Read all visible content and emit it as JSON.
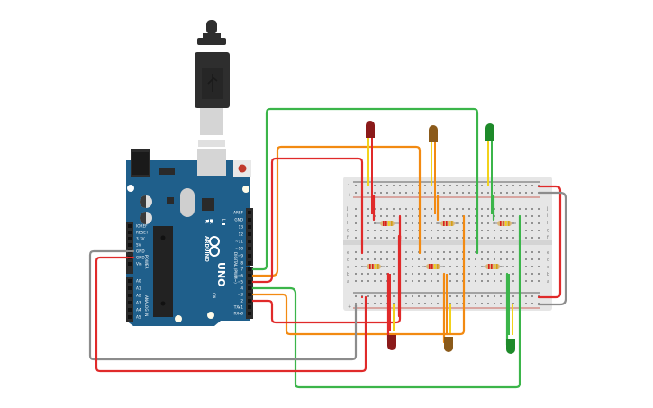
{
  "board": {
    "name": "Arduino UNO",
    "brand_label": "ARDUINO",
    "model_label": "UNO",
    "digital_header_label": "DIGITAL (PWM~)",
    "power_header_label": "POWER",
    "analog_header_label": "ANALOG IN",
    "on_label": "ON",
    "tx_label": "TX",
    "rx_label": "RX",
    "l_label": "L",
    "digital_pins": [
      "AREF",
      "GND",
      "13",
      "12",
      "~11",
      "~10",
      "~9",
      "8",
      "7",
      "~6",
      "~5",
      "4",
      "~3",
      "2",
      "TX▸1",
      "RX◂0"
    ],
    "power_pins": [
      "IOREF",
      "RESET",
      "3.3V",
      "5V",
      "GND",
      "GND",
      "Vin"
    ],
    "analog_pins": [
      "A0",
      "A1",
      "A2",
      "A3",
      "A4",
      "A5"
    ],
    "colors": {
      "pcb": "#1f5f8b",
      "header": "#2b2b2b",
      "chip": "#2a2a2a",
      "reset": "#c0392b"
    }
  },
  "usb_cable": {
    "icon": "usb-icon",
    "color": "#2e2e2e"
  },
  "breadboard": {
    "rail_minus_label": "-",
    "rail_plus_label": "+",
    "row_letters_top": [
      "j",
      "i",
      "h",
      "g",
      "f"
    ],
    "row_letters_bottom": [
      "e",
      "d",
      "c",
      "b",
      "a"
    ],
    "colors": {
      "body": "#e6e6e6",
      "hole": "#555555",
      "minus_line": "#333333",
      "plus_line": "#c0392b"
    }
  },
  "leds": [
    {
      "id": "led-top-red",
      "color": "red",
      "hex": "#8b1a1a"
    },
    {
      "id": "led-top-yellow",
      "color": "yellow",
      "hex": "#8b5a1a"
    },
    {
      "id": "led-top-green",
      "color": "green",
      "hex": "#1e8a2a"
    },
    {
      "id": "led-bottom-red",
      "color": "red",
      "hex": "#8b1a1a"
    },
    {
      "id": "led-bottom-yellow",
      "color": "yellow",
      "hex": "#8b5a1a"
    },
    {
      "id": "led-bottom-green",
      "color": "green",
      "hex": "#1e8a2a"
    }
  ],
  "resistors": {
    "count": 6,
    "bands": [
      "#d91e1e",
      "#d91e1e",
      "#f2d21b",
      "#d4a017"
    ],
    "body": "#d9b77a"
  },
  "wire_colors": {
    "red": "#e02a2a",
    "orange": "#f28a12",
    "green": "#3bb54a",
    "gray": "#8c8c8c",
    "yellow": "#f2d21b"
  }
}
